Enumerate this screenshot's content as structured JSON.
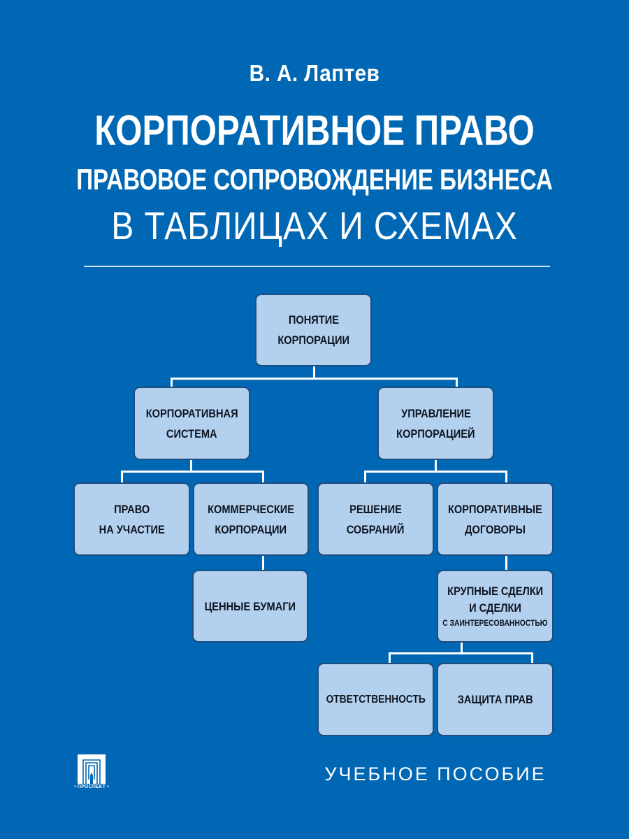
{
  "cover": {
    "author": "В. А. Лаптев",
    "title_line1": "КОРПОРАТИВНОЕ ПРАВО",
    "title_line2": "ПРАВОВОЕ СОПРОВОЖДЕНИЕ БИЗНЕСА",
    "title_line3": "В ТАБЛИЦАХ И СХЕМАХ",
    "book_type": "УЧЕБНОЕ ПОСОБИЕ",
    "publisher": "• ПРОСПЕКТ •",
    "publisher_logo_icon": "prospekt-arch-logo-icon",
    "colors": {
      "background": "#0067b4",
      "box_fill": "#b3d1ee",
      "box_border": "#1f4d7e",
      "connector": "#ffffff",
      "text_light": "#ffffff",
      "text_dark": "#0d1420"
    }
  },
  "diagram": {
    "root": {
      "line1": "ПОНЯТИЕ",
      "line2": "КОРПОРАЦИИ"
    },
    "corp_system": {
      "line1": "КОРПОРАТИВНАЯ",
      "line2": "СИСТЕМА"
    },
    "corp_management": {
      "line1": "УПРАВЛЕНИЕ",
      "line2": "КОРПОРАЦИЕЙ"
    },
    "right_to_participate": {
      "line1": "ПРАВО",
      "line2": "НА УЧАСТИЕ"
    },
    "commercial_corps": {
      "line1": "КОММЕРЧЕСКИЕ",
      "line2": "КОРПОРАЦИИ"
    },
    "securities": {
      "line1": "ЦЕННЫЕ БУМАГИ"
    },
    "meeting_decisions": {
      "line1": "РЕШЕНИЕ",
      "line2": "СОБРАНИЙ"
    },
    "corp_agreements": {
      "line1": "КОРПОРАТИВНЫЕ",
      "line2": "ДОГОВОРЫ"
    },
    "major_transactions": {
      "line1": "КРУПНЫЕ СДЕЛКИ",
      "line2": "И СДЕЛКИ",
      "line3": "С ЗАИНТЕРЕСОВАННОСТЬЮ"
    },
    "liability": {
      "line1": "ОТВЕТСТВЕННОСТЬ"
    },
    "rights_protection": {
      "line1": "ЗАЩИТА ПРАВ"
    }
  }
}
